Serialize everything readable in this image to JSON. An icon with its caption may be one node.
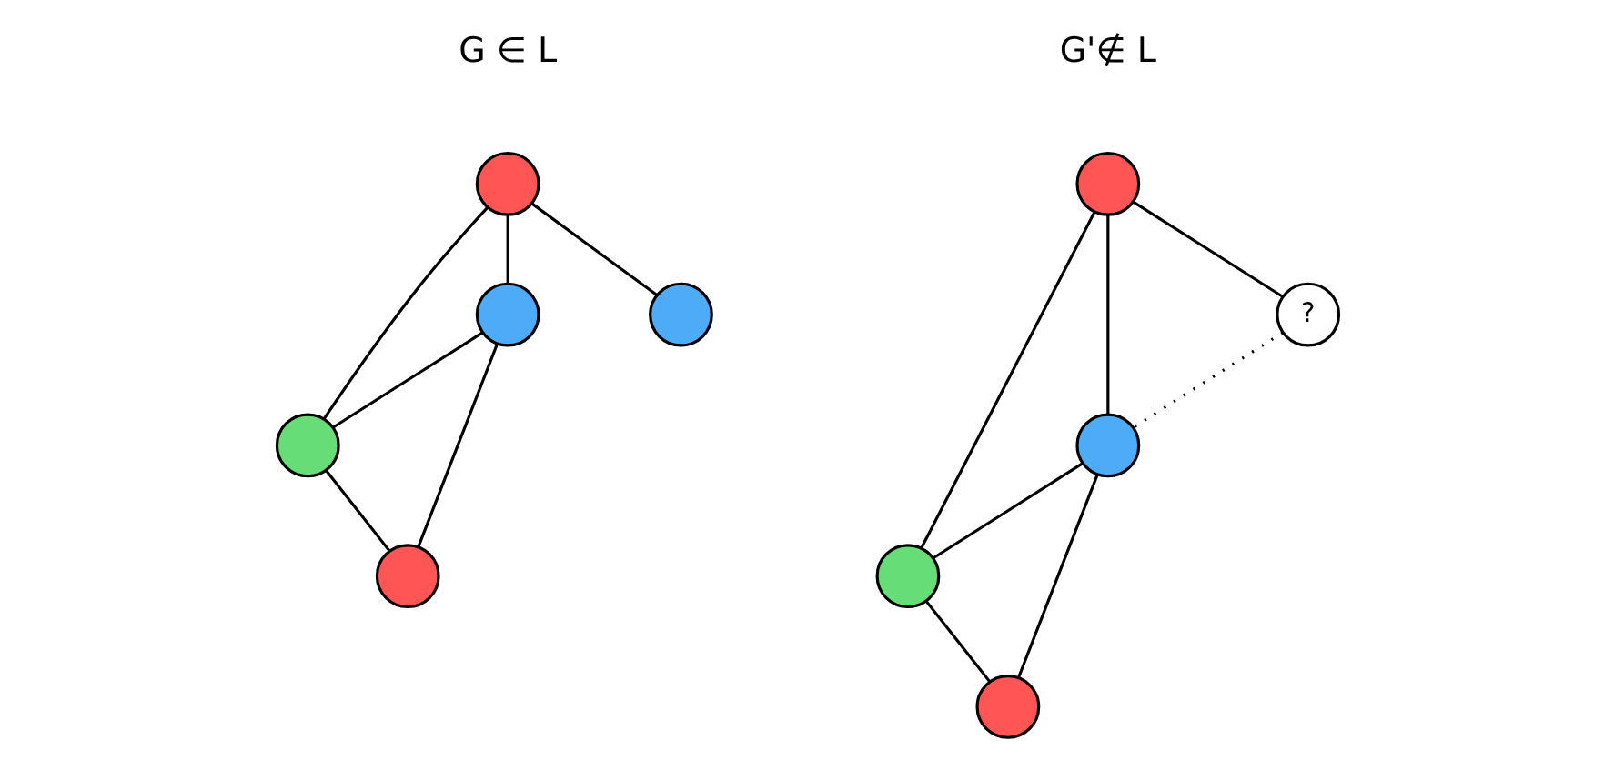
{
  "diagram": {
    "nodes": [
      {
        "text": [],
        "shape": "circle"
      },
      {
        "text": [],
        "shape": "circle"
      },
      {
        "text": [],
        "shape": "circle"
      },
      {
        "text": [],
        "shape": "circle"
      },
      {
        "text": [],
        "shape": "circle"
      },
      {
        "text": [],
        "shape": "circle"
      },
      {
        "text": [],
        "shape": "circle"
      },
      {
        "text": [],
        "shape": "circle"
      },
      {
        "text": [
          "?"
        ]
      },
      {
        "text": [],
        "shape": "circle"
      }
    ],
    "edges": [
      {
        "from": 0,
        "to": 3,
        "arrow": "none"
      },
      {
        "from": 0,
        "to": 1,
        "arrow": "none"
      },
      {
        "from": 0,
        "to": 2,
        "arrow": "none"
      },
      {
        "from": 2,
        "to": 1,
        "arrow": "none"
      },
      {
        "from": 1,
        "to": 4,
        "arrow": "none"
      },
      {
        "from": 2,
        "to": 4,
        "arrow": "none"
      },
      {
        "from": 5,
        "to": 6,
        "arrow": "none"
      },
      {
        "from": 5,
        "to": 7,
        "arrow": "none"
      },
      {
        "from": 5,
        "to": 8,
        "arrow": "none"
      },
      {
        "from": 7,
        "to": 6,
        "arrow": "none"
      },
      {
        "from": 6,
        "to": 9,
        "arrow": "none"
      },
      {
        "from": 7,
        "to": 9,
        "arrow": "none"
      },
      {
        "from": 8,
        "to": 7,
        "arrow": "none",
        "style": "dashed"
      }
    ],
    "labels": [
      "G ∈ L",
      "G'∉ L"
    ]
  }
}
